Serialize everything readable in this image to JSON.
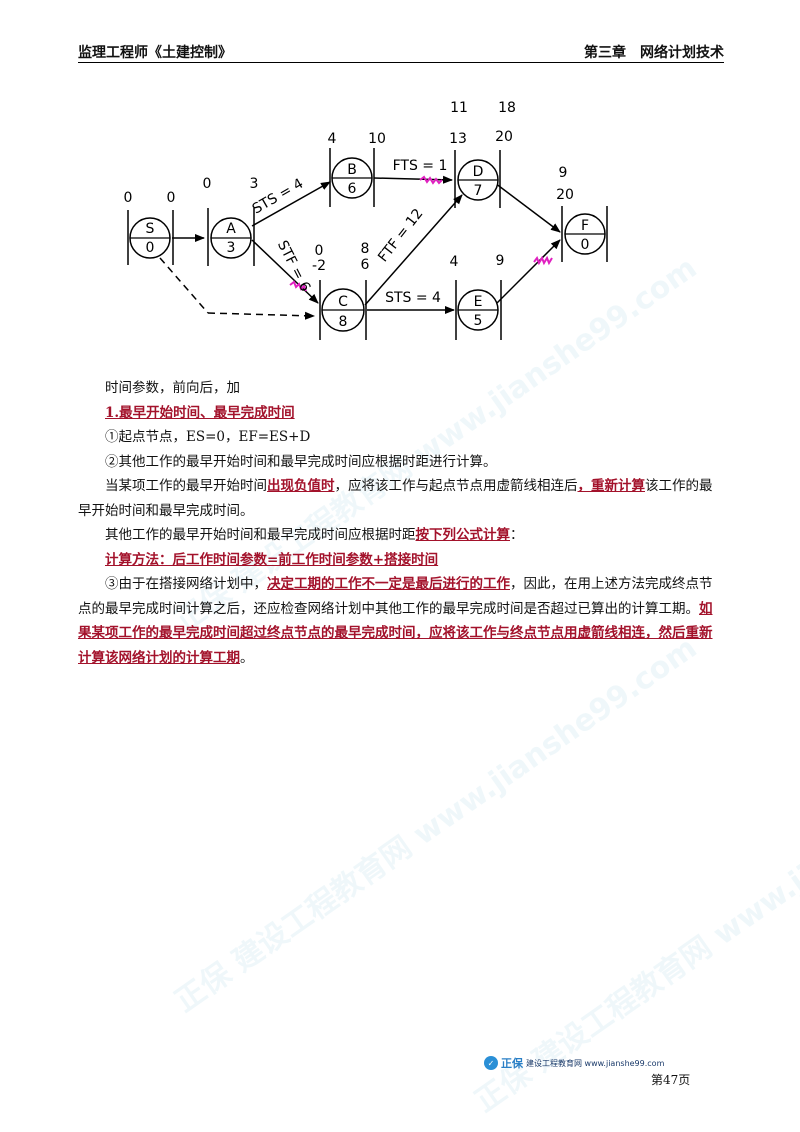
{
  "header": {
    "left": "监理工程师《土建控制》",
    "right": "第三章　网络计划技术"
  },
  "diagram": {
    "nodes": [
      {
        "id": "S",
        "label": "S",
        "dur": "0"
      },
      {
        "id": "A",
        "label": "A",
        "dur": "3"
      },
      {
        "id": "B",
        "label": "B",
        "dur": "6"
      },
      {
        "id": "C",
        "label": "C",
        "dur": "8"
      },
      {
        "id": "D",
        "label": "D",
        "dur": "7"
      },
      {
        "id": "E",
        "label": "E",
        "dur": "5"
      },
      {
        "id": "F",
        "label": "F",
        "dur": "0"
      }
    ],
    "numbers": {
      "s_es": "0",
      "s_ef": "0",
      "a_es": "0",
      "a_ef": "3",
      "b_es": "4",
      "b_ef": "10",
      "c_es": "0",
      "c_es2": "-2",
      "c_ef": "8",
      "c_ef2": "6",
      "d_es_top": "11",
      "d_ef_top": "18",
      "d_es": "13",
      "d_ef": "20",
      "e_es": "4",
      "e_ef": "9",
      "f_es": "9",
      "f_ef": "20"
    },
    "edges": {
      "ab": "STS = 4",
      "ac": "STF = 6",
      "bd": "FTS = 1",
      "cd": "FTF = 12",
      "ce": "STS = 4"
    }
  },
  "body": {
    "p0": "时间参数，前向后，加",
    "p1": "1.最早开始时间、最早完成时间",
    "p2": "①起点节点，ES=0，EF=ES+D",
    "p3": "②其他工作的最早开始时间和最早完成时间应根据时距进行计算。",
    "p4a": "当某项工作的最早开始时间",
    "p4b": "出现负值时",
    "p4c": "，应将该工作与起点节点用虚箭线相连后",
    "p4d": "，重新计算",
    "p4e": "该工作的最早开始时间和最早完成时间。",
    "p5a": "其他工作的最早开始时间和最早完成时间应根据时距",
    "p5b": "按下列公式计算",
    "p5c": "：",
    "p6": "计算方法：后工作时间参数=前工作时间参数+搭接时间",
    "p7a": "③由于在搭接网络计划中，",
    "p7b": "决定工期的工作不一定是最后进行的工作",
    "p7c": "，因此，在用上述方法完成终点节点的最早完成时间计算之后，还应检查网络计划中其他工作的最早完成时间是否超过已算出的计算工期。",
    "p7d": "如果某项工作的最早完成时间超过终点节点的最早完成时间，应将该工作与终点节点用虚箭线相连，然后重新计算该网络计划的计算工期",
    "p7e": "。"
  },
  "footer": {
    "logo_brand": "正保",
    "logo_text": "建设工程教育网 www.jianshe99.com",
    "page": "第47页"
  },
  "watermark": "正保 建设工程教育网 www.jianshe99.com"
}
